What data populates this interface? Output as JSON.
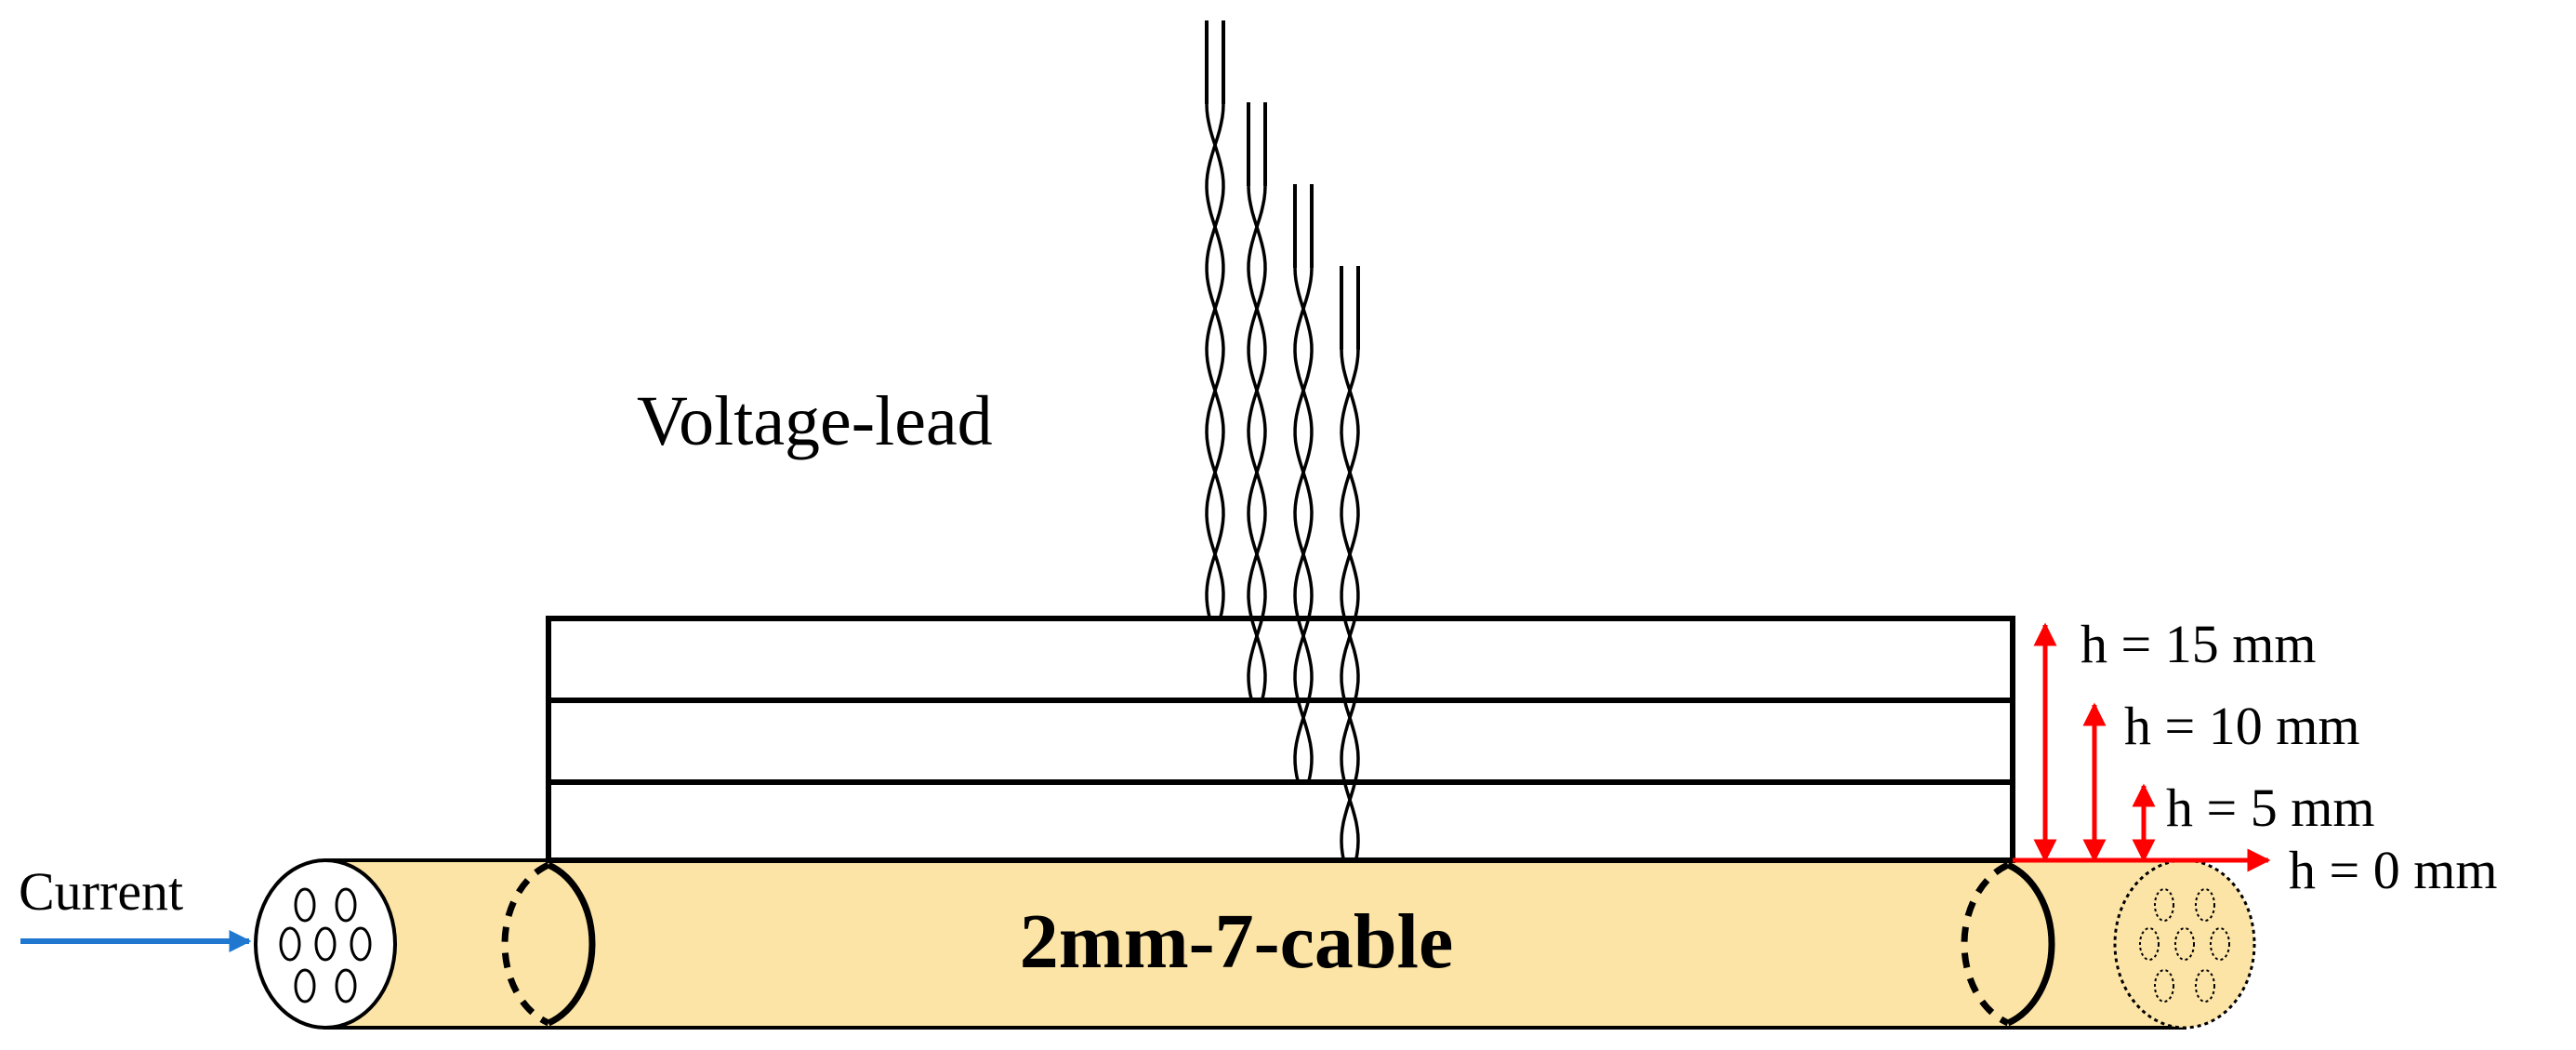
{
  "labels": {
    "voltage_lead": "Voltage-lead",
    "cable": "2mm-7-cable",
    "current": "Current"
  },
  "heights": [
    {
      "label": "h = 15 mm",
      "value_mm": 15
    },
    {
      "label": "h = 10 mm",
      "value_mm": 10
    },
    {
      "label": "h = 5 mm",
      "value_mm": 5
    },
    {
      "label": "h = 0 mm",
      "value_mm": 0
    }
  ],
  "colors": {
    "cable_fill": "#FCE4A6",
    "height_arrows": "#FF0000",
    "current_arrow": "#1F77D0",
    "lines": "#000000"
  }
}
